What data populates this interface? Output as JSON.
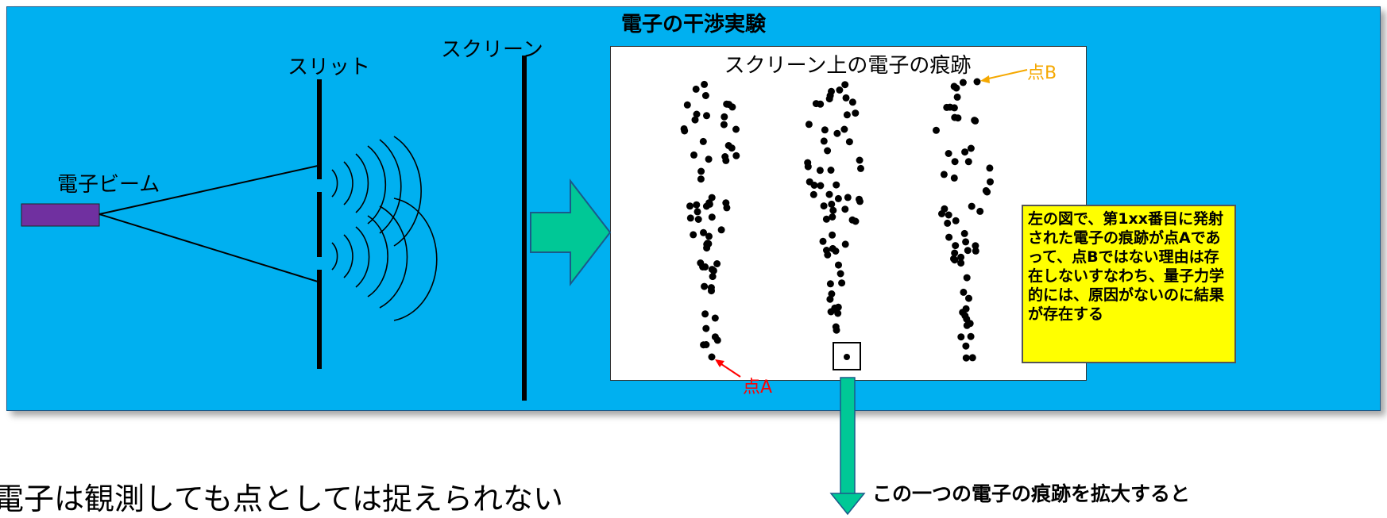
{
  "title": "電子の干渉実験",
  "labels": {
    "slit": "スリット",
    "screen": "スクリーン",
    "electron_beam": "電子ビーム",
    "screen_trace_title": "スクリーン上の電子の痕跡",
    "point_a": "点A",
    "point_b": "点B"
  },
  "note": "左の図で、第1xx番目に発射された電子の痕跡が点Aであって、点Bではない理由は存在しないすなわち、量子力学的には、原因がないのに結果が存在する",
  "bottom": {
    "left_text": "電子は観測しても点としては捉えられない",
    "right_text": "この一つの電子の痕跡を拡大すると"
  },
  "colors": {
    "panel_bg": "#00b0f0",
    "beam_source": "#7030a0",
    "arrow_fill": "#00c896",
    "note_bg": "#ffff00",
    "point_a": "#ff0000",
    "point_b": "#f5a800"
  }
}
